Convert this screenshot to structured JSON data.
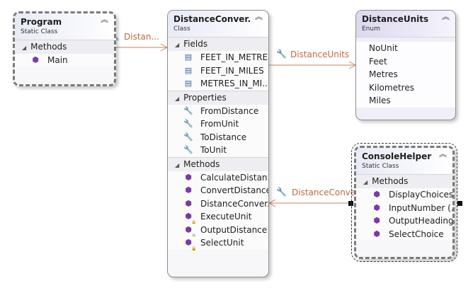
{
  "classes": {
    "program": {
      "title": "Program",
      "stereotype": "Static Class",
      "sections": {
        "methods": "Methods"
      },
      "methods": [
        "Main"
      ]
    },
    "distance_converter": {
      "title": "DistanceConver...",
      "stereotype": "Class",
      "sections": {
        "fields": "Fields",
        "properties": "Properties",
        "methods": "Methods"
      },
      "fields": [
        "FEET_IN_METRES",
        "FEET_IN_MILES",
        "METRES_IN_MI..."
      ],
      "properties": [
        "FromDistance",
        "FromUnit",
        "ToDistance",
        "ToUnit"
      ],
      "methods": [
        "CalculateDistan...",
        "ConvertDistance",
        "DistanceConver...",
        "ExecuteUnit",
        "OutputDistance",
        "SelectUnit"
      ]
    },
    "distance_units": {
      "title": "DistanceUnits",
      "stereotype": "Enum",
      "values": [
        "NoUnit",
        "Feet",
        "Metres",
        "Kilometres",
        "Miles"
      ]
    },
    "console_helper": {
      "title": "ConsoleHelper",
      "stereotype": "Static Class",
      "sections": {
        "methods": "Methods"
      },
      "methods": [
        "DisplayChoices",
        "InputNumber (...",
        "OutputHeading",
        "SelectChoice"
      ]
    }
  },
  "associations": {
    "program_to_converter": "Distan...",
    "converter_to_units": "DistanceUnits",
    "helper_to_converter": "DistanceConve..."
  },
  "colors": {
    "association_line": "#c8845c",
    "method_icon": "#7a3aa8",
    "enum_background": "#f0eef8"
  },
  "icons": {
    "collapse": "double-chevron-up-icon",
    "section_toggle": "triangle-down-icon",
    "method": "method-cube-icon",
    "field": "field-icon",
    "property": "wrench-icon",
    "private": "lock-icon"
  }
}
